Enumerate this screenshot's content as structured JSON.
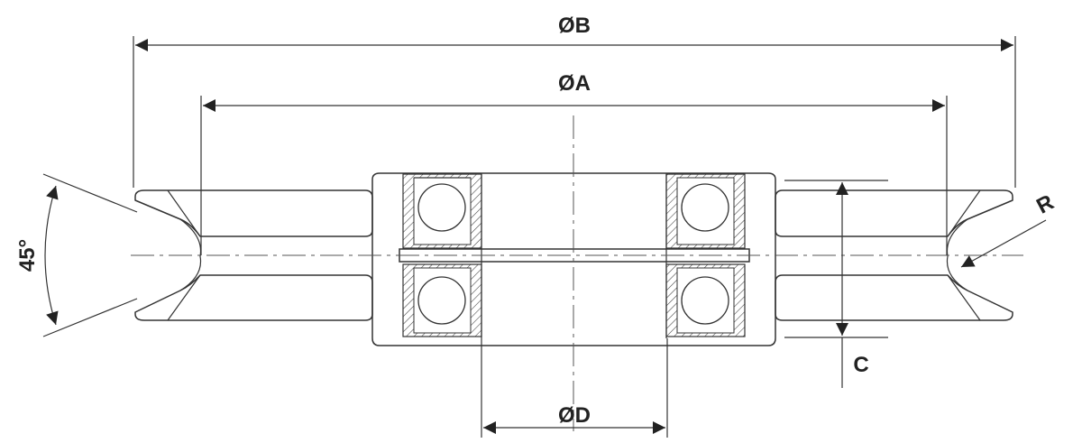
{
  "labels": {
    "dia_b": "ØB",
    "dia_a": "ØA",
    "dia_d": "ØD",
    "angle": "45°",
    "radius": "R",
    "height": "C"
  }
}
